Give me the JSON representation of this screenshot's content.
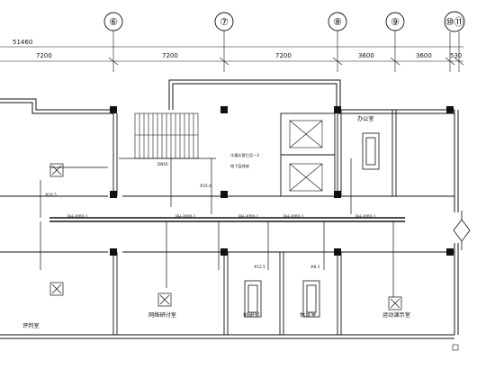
{
  "grid_axes": [
    "⑥",
    "⑦",
    "⑧",
    "⑨",
    "⑩⑪"
  ],
  "dimensions": {
    "overall": "51460",
    "spans": [
      "7200",
      "7200",
      "7200",
      "3600",
      "3600",
      "530"
    ]
  },
  "rooms": {
    "office": "办公室",
    "r1": "评判室",
    "r2": "网络研讨室",
    "r3": "创研室",
    "r4": "休息室",
    "r5": "运动演示室"
  },
  "notes": {
    "line1": "冷凝水管引至一2",
    "line2": "地下层排放",
    "pipe_label": "DN50",
    "tag_a": "BH-3000-1",
    "tag_b": "BH-3000-1",
    "tag_c": "BH-3000-1",
    "tag_d": "BH-3000-1",
    "tag_e": "BH-3000-1",
    "unit_a": "#16.5",
    "unit_b": "#12.5",
    "unit_c": "#8.3",
    "unit_d": "#25.4"
  }
}
